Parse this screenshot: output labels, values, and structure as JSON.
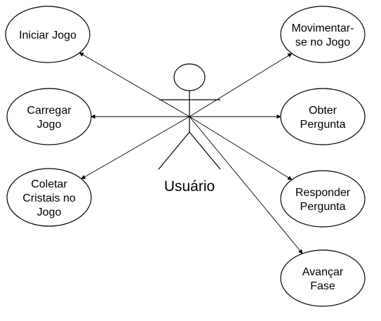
{
  "diagram": {
    "type": "use-case",
    "actor": {
      "name": "Usuário"
    },
    "use_cases": [
      {
        "id": "iniciar",
        "lines": [
          "Iniciar Jogo"
        ]
      },
      {
        "id": "carregar",
        "lines": [
          "Carregar",
          "Jogo"
        ]
      },
      {
        "id": "coletar",
        "lines": [
          "Coletar",
          "Cristais no",
          "Jogo"
        ]
      },
      {
        "id": "movimentar",
        "lines": [
          "Movimentar-",
          "se no Jogo"
        ]
      },
      {
        "id": "obter",
        "lines": [
          "Obter",
          "Pergunta"
        ]
      },
      {
        "id": "responder",
        "lines": [
          "Responder",
          "Pergunta"
        ]
      },
      {
        "id": "avancar",
        "lines": [
          "Avançar",
          "Fase"
        ]
      }
    ],
    "associations": [
      {
        "from": "actor",
        "to": "iniciar"
      },
      {
        "from": "actor",
        "to": "carregar"
      },
      {
        "from": "actor",
        "to": "coletar"
      },
      {
        "from": "actor",
        "to": "movimentar"
      },
      {
        "from": "actor",
        "to": "obter"
      },
      {
        "from": "actor",
        "to": "responder"
      },
      {
        "from": "actor",
        "to": "avancar"
      }
    ],
    "colors": {
      "stroke": "#000000",
      "fill": "#ffffff",
      "text": "#000000"
    }
  }
}
